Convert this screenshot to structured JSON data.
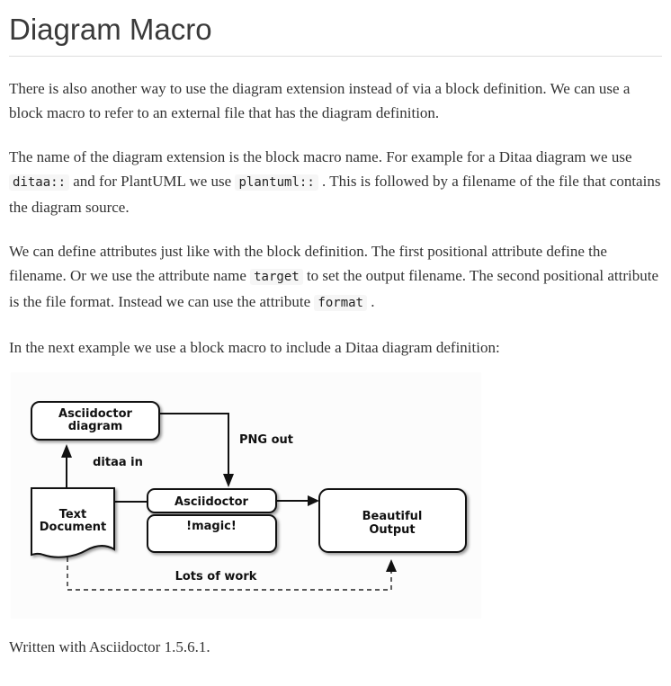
{
  "page": {
    "title": "Diagram Macro",
    "footer": "Written with Asciidoctor 1.5.6.1."
  },
  "colors": {
    "page_background": "#ffffff",
    "body_text": "#333333",
    "heading_text": "#3a3a3a",
    "divider": "#dddddd",
    "inline_code_background": "#f6f6f6",
    "diagram_background": "#fcfcfc",
    "diagram_stroke": "#111111"
  },
  "paragraphs": [
    {
      "segments": [
        {
          "type": "text",
          "value": "There is also another way to use the diagram extension instead of via a block definition. We can use a block macro to refer to an external file that has the diagram definition."
        }
      ]
    },
    {
      "segments": [
        {
          "type": "text",
          "value": "The name of the diagram extension is the block macro name. For example for a Ditaa diagram we use "
        },
        {
          "type": "code",
          "value": "ditaa::"
        },
        {
          "type": "text",
          "value": " and for PlantUML we use "
        },
        {
          "type": "code",
          "value": "plantuml::"
        },
        {
          "type": "text",
          "value": " . This is followed by a filename of the file that contains the diagram source."
        }
      ]
    },
    {
      "segments": [
        {
          "type": "text",
          "value": "We can define attributes just like with the block definition. The first positional attribute define the filename. Or we use the attribute name "
        },
        {
          "type": "code",
          "value": "target"
        },
        {
          "type": "text",
          "value": " to set the output filename. The second positional attribute is the file format. Instead we can use the attribute "
        },
        {
          "type": "code",
          "value": "format"
        },
        {
          "type": "text",
          "value": " ."
        }
      ]
    },
    {
      "segments": [
        {
          "type": "text",
          "value": "In the next example we use a block macro to include a Ditaa diagram definition:"
        }
      ]
    }
  ],
  "diagram": {
    "nodes": [
      {
        "id": "asciidoctor-diagram",
        "lines": [
          "Asciidoctor",
          "diagram"
        ]
      },
      {
        "id": "text-document",
        "lines": [
          "Text",
          "Document"
        ]
      },
      {
        "id": "asciidoctor",
        "lines": [
          "Asciidoctor"
        ]
      },
      {
        "id": "magic",
        "lines": [
          "!magic!"
        ]
      },
      {
        "id": "beautiful-output",
        "lines": [
          "Beautiful",
          "Output"
        ]
      }
    ],
    "edge_labels": {
      "ditaa_in": "ditaa in",
      "png_out": "PNG out",
      "lots_of_work": "Lots of work"
    }
  }
}
